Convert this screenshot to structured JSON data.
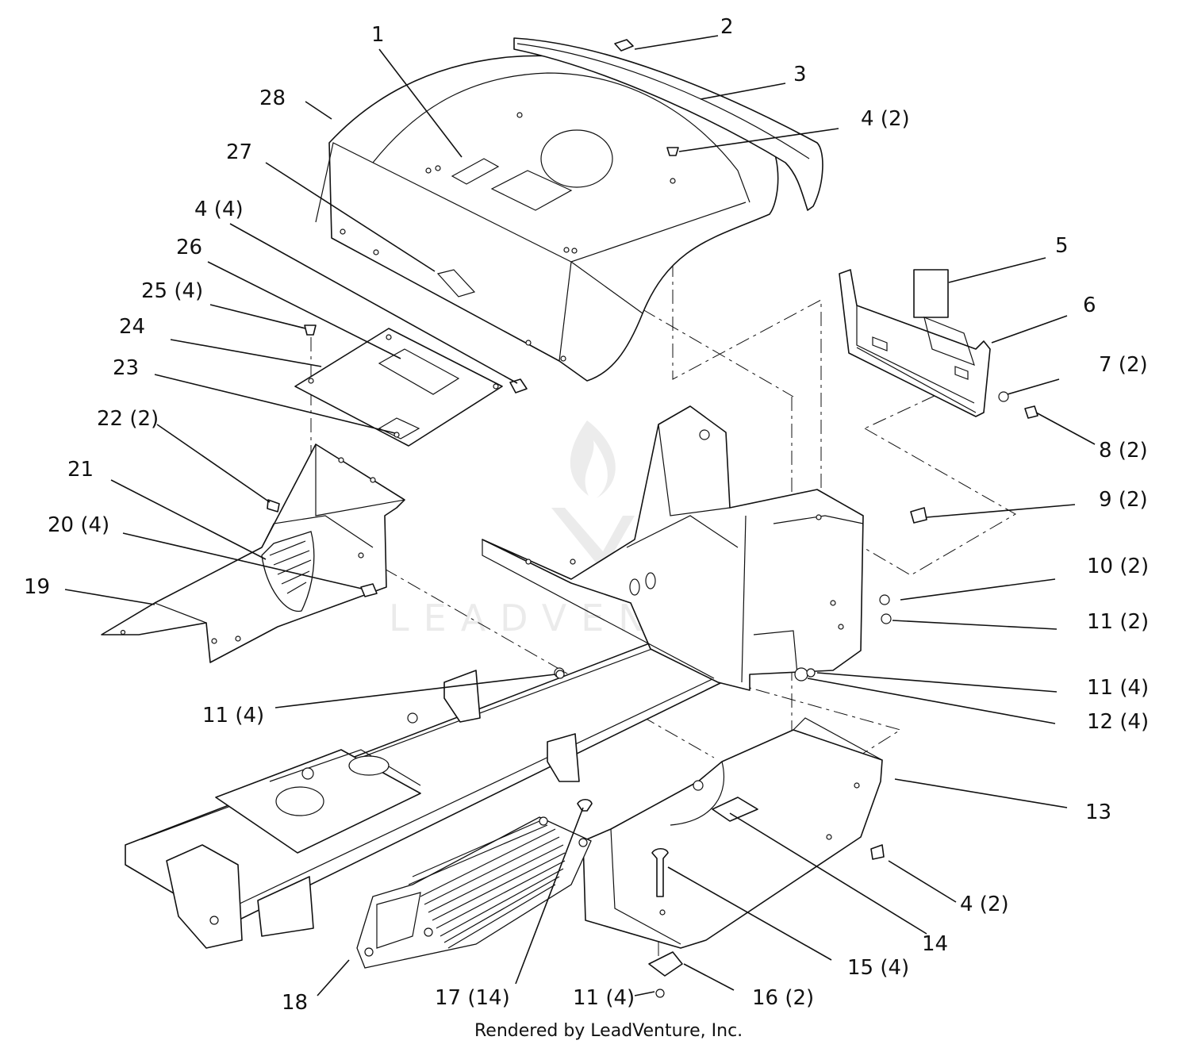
{
  "diagram": {
    "footer": "Rendered by LeadVenture, Inc.",
    "watermark": "LEADVENTURE",
    "colors": {
      "line": "#111111",
      "background": "#ffffff",
      "watermark": "#d9d9d9"
    },
    "callouts": {
      "c1": "1",
      "c2": "2",
      "c3": "3",
      "c4a": "4 (2)",
      "c4b": "4 (4)",
      "c4c": "4 (2)",
      "c5": "5",
      "c6": "6",
      "c7": "7 (2)",
      "c8": "8 (2)",
      "c9": "9 (2)",
      "c10": "10 (2)",
      "c11a": "11 (2)",
      "c11b": "11 (4)",
      "c11c": "11 (4)",
      "c11d": "11 (4)",
      "c12": "12 (4)",
      "c13": "13",
      "c14": "14",
      "c15": "15 (4)",
      "c16": "16 (2)",
      "c17": "17 (14)",
      "c18": "18",
      "c19": "19",
      "c20": "20 (4)",
      "c21": "21",
      "c22": "22 (2)",
      "c23": "23",
      "c24": "24",
      "c25": "25 (4)",
      "c26": "26",
      "c27": "27",
      "c28": "28"
    }
  }
}
